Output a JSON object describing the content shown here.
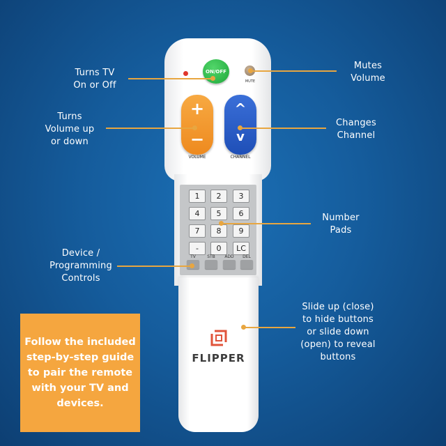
{
  "callouts": {
    "power": "Turns TV\nOn or Off",
    "mute": "Mutes\nVolume",
    "volume": "Turns\nVolume up\nor down",
    "channel": "Changes\nChannel",
    "number": "Number\nPads",
    "device": "Device /\nProgramming\nControls",
    "slide": "Slide up (close)\nto hide buttons\nor slide down\n(open) to reveal\nbuttons"
  },
  "remote": {
    "power_label": "ON/OFF",
    "mute_label": "MUTE",
    "volume_label": "VOLUME",
    "channel_label": "CHANNEL",
    "plus": "+",
    "minus": "−",
    "up": "^",
    "down": "v",
    "keys": [
      "1",
      "2",
      "3",
      "4",
      "5",
      "6",
      "7",
      "8",
      "9",
      "-",
      "0",
      "LC"
    ],
    "function_keys": [
      "TV",
      "STB",
      "ADD",
      "DEL"
    ],
    "brand": "FLIPPER"
  },
  "promo_text": "Follow the included step-by-step guide to pair the remote with your TV and devices.",
  "colors": {
    "accent": "#e8a640",
    "promo_bg": "#f5a63f",
    "power": "#2bbb45",
    "volume": "#f39a2e",
    "channel": "#2a5ec8",
    "logo": "#e0533a"
  }
}
